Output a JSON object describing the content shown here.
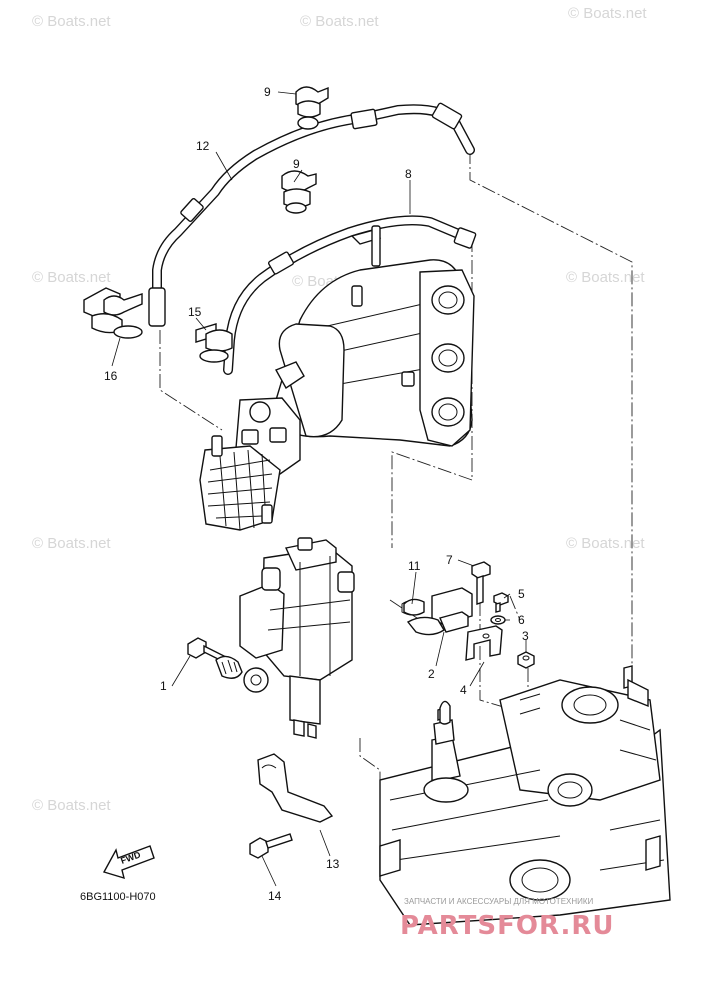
{
  "diagram": {
    "code": "6BG1100-H070",
    "watermark": "© Boats.net",
    "fwd_label": "FWD",
    "brand": {
      "name": "PARTSFOR.RU",
      "tagline": "ЗАПЧАСТИ И АКСЕССУАРЫ ДЛЯ МОТОТЕХНИКИ",
      "color": "#e48a98"
    },
    "callouts": [
      "1",
      "2",
      "3",
      "4",
      "5",
      "6",
      "7",
      "8",
      "9",
      "9",
      "11",
      "12",
      "13",
      "14",
      "15",
      "16"
    ]
  }
}
